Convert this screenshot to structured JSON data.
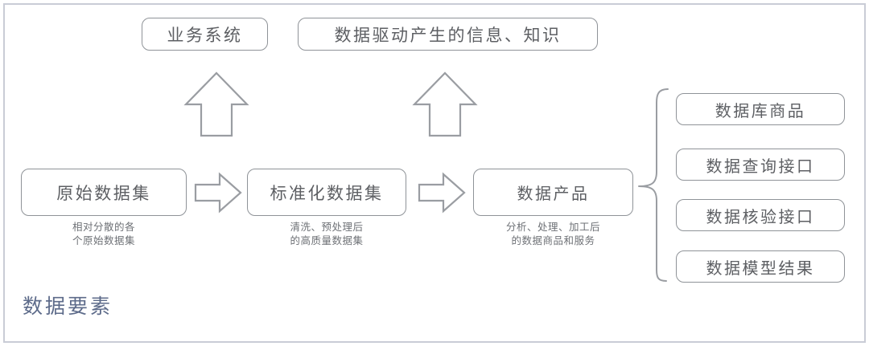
{
  "diagram": {
    "section_label": "数据要素",
    "outputs": [
      {
        "label": "业务系统"
      },
      {
        "label": "数据驱动产生的信息、知识"
      }
    ],
    "stages": [
      {
        "label": "原始数据集",
        "caption": "相对分散的各\n个原始数据集"
      },
      {
        "label": "标准化数据集",
        "caption": "清洗、预处理后\n的高质量数据集"
      },
      {
        "label": "数据产品",
        "caption": "分析、处理、加工后\n的数据商品和服务"
      }
    ],
    "product_types": [
      {
        "label": "数据库商品"
      },
      {
        "label": "数据查询接口"
      },
      {
        "label": "数据核验接口"
      },
      {
        "label": "数据模型结果"
      }
    ],
    "colors": {
      "frame": "#c9ccd6",
      "box_border": "#8f9398",
      "box_text": "#5d5f63",
      "caption_text": "#6e7176",
      "section_label": "#5d6b8a",
      "arrow_stroke": "#9a9da2",
      "background": "#ffffff"
    }
  }
}
